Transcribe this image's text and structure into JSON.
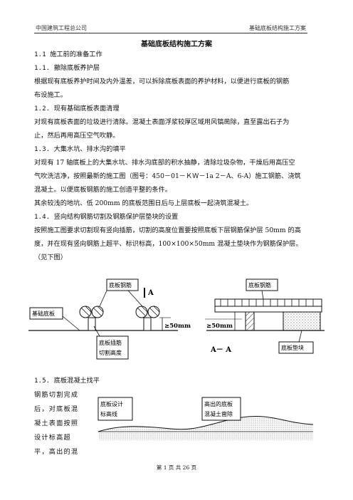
{
  "header": {
    "left": "中国建筑工程总公司",
    "right": "基础底板结构施工方案"
  },
  "title": "基础底板结构施工方案",
  "s1_1": "1.1 施工前的准备工作",
  "s1_1_1": "1.1. 撤除底板养护层",
  "p1a": "根据现有底板养护时间及内外温差，可以拆除底板表面的养护材料，以便进行底板的钢筋",
  "p1b": "布设施工。",
  "s1_2": "1.2. 现有基础底板表面清理",
  "p2a": "对现有底板表面的垃圾进行清除。混凝土表面浮浆较厚区域用风镐凿除，直至露出石子为",
  "p2b": "止，然后再用高压空气吹静。",
  "s1_3": "1.3. 大集水坑、排水沟的填平",
  "p3a": "对现有 17 轴底板上的大集水坑、排水沟底部的积水抽静，清除垃圾杂物，干燥后用高压空",
  "p3b": "气吹洗洁净，按照最新的施工图（图号：450－01－ＫＷ－1a 2－A、6-A）施工钢筋、浇筑",
  "p3c": "混凝土。以便底板钢筋的施工创造平整的条件。",
  "p3d": "其余较浅的地坑、低 200mm 的底板范围日后与上层底板一起浇筑混凝土。",
  "s1_4": "1.4. 竖向结构钢筋切割及钢筋保护层垫块的设置",
  "p4a": "按照施工图要求切割现有竖向插筋，切割的高度位置要按照底板下层钢筋保护层 50mm 的高",
  "p4b": "度，并在现有竖向钢筋上超平、标识标高，100×100×50mm 混凝土垫块作为钢筋保护层。",
  "p4c": "（见下图）",
  "fig1": {
    "label_rebar_left": "底板钢筋",
    "label_slab": "基础底板",
    "label_cut": "底板插筋\n切割高度",
    "label_A_top": "A",
    "label_50_left": "≥50mm",
    "label_rebar_right": "底板钢筋",
    "label_50_right": "≥50mm",
    "label_AA": "A－ A",
    "label_block": "底板垫块"
  },
  "s1_5": "1.5. 底板混凝土找平",
  "p5": [
    "钢筋切割完成",
    "后，对底板混",
    "凝土表面按照",
    "设计标高超",
    "平，高出的混"
  ],
  "fig2": {
    "label_design": "底板设计\n标高线",
    "label_remove": "高出的底板\n混凝土凿除"
  },
  "footer": "第 1 页 共 26 页"
}
